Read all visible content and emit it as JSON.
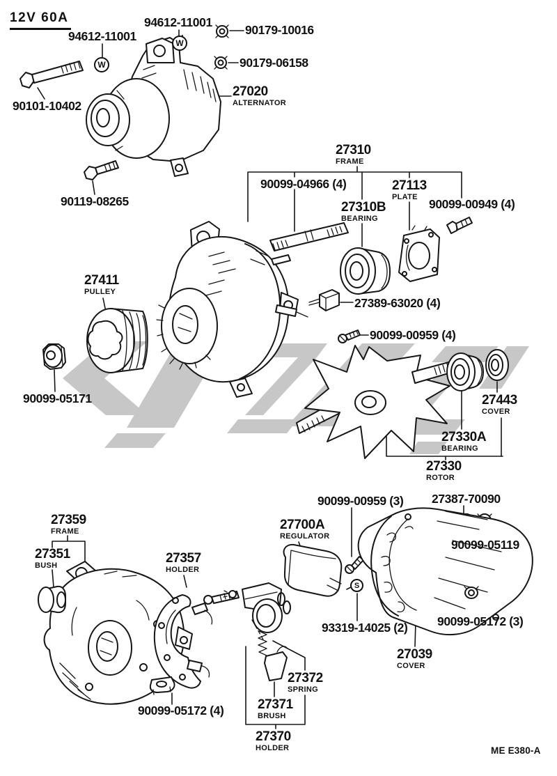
{
  "page": {
    "spec": "12V 60A",
    "doc_code": "ME E380-A",
    "background": "#ffffff",
    "ink": "#161616",
    "watermark_color": "#c7c7c7"
  },
  "symbols": {
    "washer": "W",
    "screw": "S"
  },
  "parts": {
    "washer_top": {
      "num": "94612-11001"
    },
    "washer_left": {
      "num": "94612-11001"
    },
    "nut_90179_10016": {
      "num": "90179-10016"
    },
    "nut_90179_06158": {
      "num": "90179-06158"
    },
    "alternator": {
      "num": "27020",
      "name": "ALTERNATOR"
    },
    "bolt_90101_10402": {
      "num": "90101-10402"
    },
    "bolt_90119_08265": {
      "num": "90119-08265"
    },
    "drive_end_frame": {
      "num": "27310",
      "name": "FRAME"
    },
    "stud_90099_04966": {
      "num": "90099-04966 (4)"
    },
    "bearing_front": {
      "num": "27310B",
      "name": "BEARING"
    },
    "retainer_plate": {
      "num": "27113",
      "name": "PLATE"
    },
    "bolt_90099_00949": {
      "num": "90099-00949 (4)"
    },
    "pulley": {
      "num": "27411",
      "name": "PULLEY"
    },
    "terminal_27389": {
      "num": "27389-63020 (4)"
    },
    "nut_90099_05171": {
      "num": "90099-05171"
    },
    "screw_90099_00959_4": {
      "num": "90099-00959 (4)"
    },
    "bearing_cover": {
      "num": "27443",
      "name": "COVER"
    },
    "bearing_rear": {
      "num": "27330A",
      "name": "BEARING"
    },
    "rotor": {
      "num": "27330",
      "name": "ROTOR"
    },
    "screw_90099_00959_3": {
      "num": "90099-00959 (3)"
    },
    "insulator_27387": {
      "num": "27387-70090"
    },
    "nut_90099_05119": {
      "num": "90099-05119"
    },
    "rear_end_frame": {
      "num": "27359",
      "name": "FRAME"
    },
    "bush": {
      "num": "27351",
      "name": "BUSH"
    },
    "rectifier_holder": {
      "num": "27357",
      "name": "HOLDER"
    },
    "regulator": {
      "num": "27700A",
      "name": "REGULATOR"
    },
    "screw_93319_14025": {
      "num": "93319-14025 (2)"
    },
    "nut_90099_05172_3": {
      "num": "90099-05172 (3)"
    },
    "rear_cover": {
      "num": "27039",
      "name": "COVER"
    },
    "brush_spring": {
      "num": "27372",
      "name": "SPRING"
    },
    "brush": {
      "num": "27371",
      "name": "BRUSH"
    },
    "brush_holder": {
      "num": "27370",
      "name": "HOLDER"
    },
    "nut_90099_05172_4": {
      "num": "90099-05172 (4)"
    }
  }
}
